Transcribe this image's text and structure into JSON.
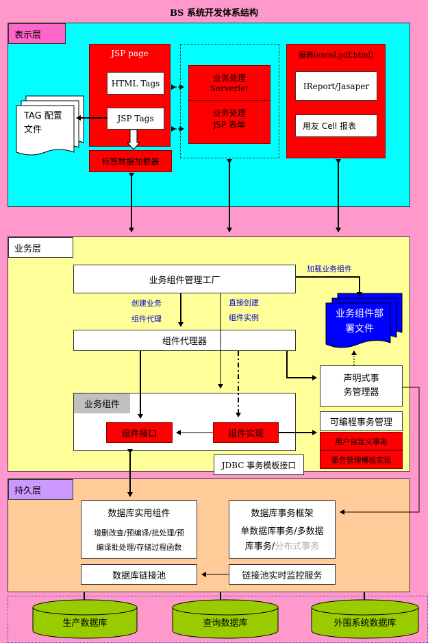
{
  "title": "BS 系统开发体系结构",
  "layers": {
    "presentation": "表示层",
    "business": "业务层",
    "persistence": "持久层"
  },
  "presentation": {
    "jsp_page": "JSP page",
    "html_tags": "HTML Tags",
    "jsp_tags": "JSP Tags",
    "tag_loader": "标签数据加载器",
    "tag_config": [
      "TAG 配置",
      "文件"
    ],
    "servlet": [
      "业务处理",
      "Serverlet"
    ],
    "jsp_form": [
      "业务处理",
      "JSP 表单"
    ],
    "reports": "报表(excel,pdf,html)",
    "ireport": "IReport/Jasaper",
    "cell_report": "用友 Cell 报表"
  },
  "business": {
    "factory": "业务组件管理工厂",
    "load_label": "加载业务组件",
    "deploy_file": [
      "业务组件部",
      "署文件"
    ],
    "create_proxy": [
      "创建业务",
      "组件代理"
    ],
    "direct_create": [
      "直接创建",
      "组件实例"
    ],
    "proxy": "组件代理器",
    "declarative": [
      "声明式事",
      "务管理器"
    ],
    "component_group": "业务组件",
    "interface": "组件接口",
    "impl": "组件实现",
    "programmatic": "可编程事务管理",
    "user_tx": "用户自定义事务",
    "tx_template": "事务管理模板实现",
    "jdbc_template": "JDBC 事务模板接口"
  },
  "persistence": {
    "db_util": "数据库实用组件",
    "db_util_desc": [
      "增删改查/预编译/批处理/预",
      "编译批处理/存储过程函数"
    ],
    "tx_framework": "数据库事务框架",
    "tx_desc_1": "单数据库事务/多数据",
    "tx_desc_2a": "库事务/",
    "tx_desc_2b": "分布式事务",
    "pool": "数据库链接池",
    "monitor": "链接池实时监控服务"
  },
  "databases": [
    "生产数据库",
    "查询数据库",
    "外围系统数据库"
  ],
  "colors": {
    "background": "#ff99cc",
    "presentation": "#00ffff",
    "business": "#ffff99",
    "persistence": "#ffcc99",
    "component": "#ff0000",
    "database": "#99cc00",
    "deploy_file": "#0000ff"
  }
}
